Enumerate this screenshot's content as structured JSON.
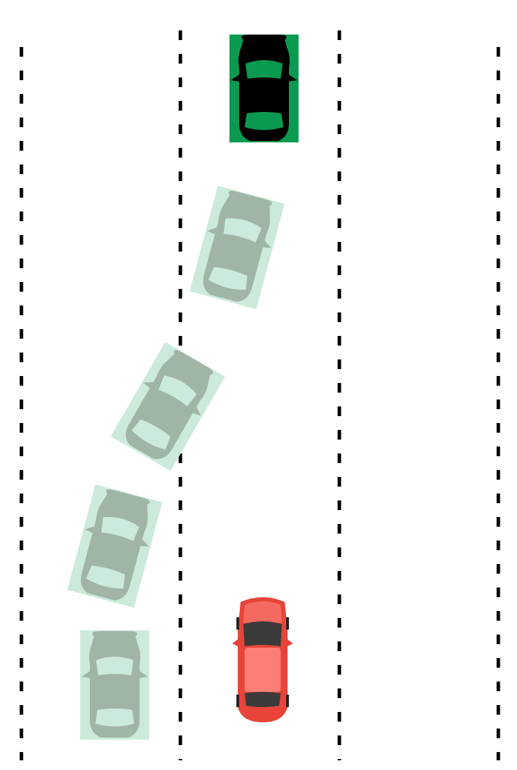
{
  "scene": {
    "background": "#ffffff",
    "lane_marking_color": "#000000",
    "ego_box_color": "#0a9a50",
    "ghost_box_color": "#cbeadb",
    "ghost_car_color": "#a0b5a6",
    "ghost_window_color": "#cbeadb",
    "ego_car_color": "#000000",
    "ego_window_color": "#0a9a50",
    "other_vehicle_body_color": "#e8443a",
    "other_vehicle_highlight_color": "#ff8a80",
    "other_vehicle_glass_color": "#3a3a3a"
  },
  "vehicles": [
    {
      "role": "ego-vehicle",
      "icon": "car-icon"
    },
    {
      "role": "trajectory-ghost-1",
      "icon": "car-icon"
    },
    {
      "role": "trajectory-ghost-2",
      "icon": "car-icon"
    },
    {
      "role": "trajectory-ghost-3",
      "icon": "car-icon"
    },
    {
      "role": "trajectory-ghost-4",
      "icon": "car-icon"
    },
    {
      "role": "red-car",
      "icon": "red-car-icon"
    }
  ]
}
